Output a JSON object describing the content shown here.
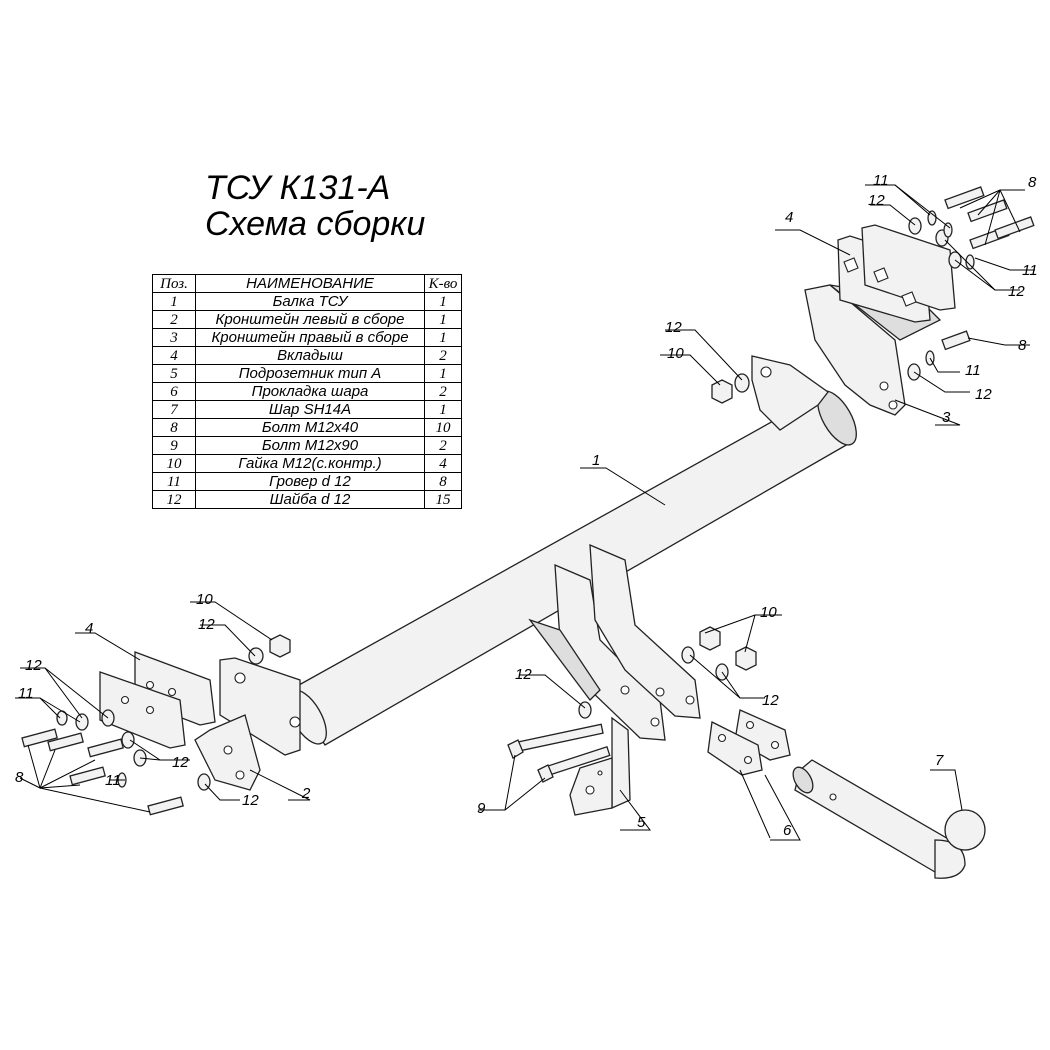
{
  "title": {
    "line1": "ТСУ К131-А",
    "line2": "Схема сборки"
  },
  "table": {
    "headers": {
      "pos": "Поз.",
      "name": "НАИМЕНОВАНИЕ",
      "qty": "К-во"
    },
    "rows": [
      {
        "pos": "1",
        "name": "Балка ТСУ",
        "qty": "1"
      },
      {
        "pos": "2",
        "name": "Кронштейн левый в сборе",
        "qty": "1"
      },
      {
        "pos": "3",
        "name": "Кронштейн правый в сборе",
        "qty": "1"
      },
      {
        "pos": "4",
        "name": "Вкладыш",
        "qty": "2"
      },
      {
        "pos": "5",
        "name": "Подрозетник тип А",
        "qty": "1"
      },
      {
        "pos": "6",
        "name": "Прокладка шара",
        "qty": "2"
      },
      {
        "pos": "7",
        "name": "Шар SH14A",
        "qty": "1"
      },
      {
        "pos": "8",
        "name": "Болт М12х40",
        "qty": "10"
      },
      {
        "pos": "9",
        "name": "Болт М12х90",
        "qty": "2"
      },
      {
        "pos": "10",
        "name": "Гайка М12(с.контр.)",
        "qty": "4"
      },
      {
        "pos": "11",
        "name": "Гровер d 12",
        "qty": "8"
      },
      {
        "pos": "12",
        "name": "Шайба d 12",
        "qty": "15"
      }
    ]
  },
  "callouts": {
    "p1": "1",
    "p2": "2",
    "p3": "3",
    "p4_right": "4",
    "p4_left": "4",
    "p5": "5",
    "p6": "6",
    "p7": "7",
    "p8_right_top": "8",
    "p8_right": "8",
    "p8_left": "8",
    "p9": "9",
    "p10_mid": "10",
    "p10_left": "10",
    "p10_right": "10",
    "p11_right_top": "11",
    "p11_right_mid": "11",
    "p11_right": "11",
    "p11_left_a": "11",
    "p11_left_b": "11",
    "p12_right_top": "12",
    "p12_right_mid": "12",
    "p12_right": "12",
    "p12_mid": "12",
    "p12_left_top": "12",
    "p12_left_mid": "12",
    "p12_left_a": "12",
    "p12_left_b": "12",
    "p12_center": "12",
    "p12_right_low": "12"
  }
}
